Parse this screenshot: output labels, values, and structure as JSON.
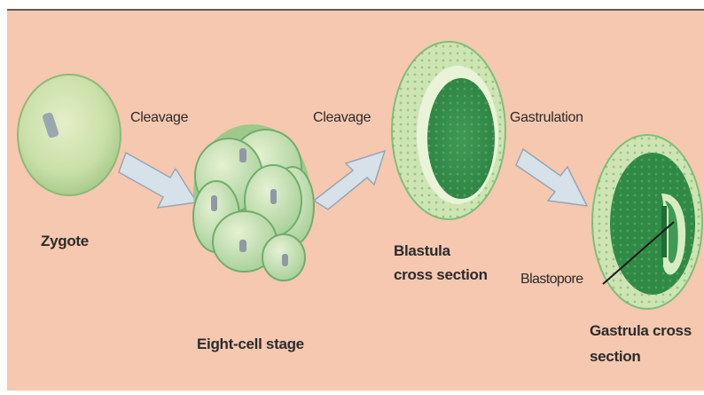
{
  "colors": {
    "background": "#f6c8b0",
    "cell_light": "#cfe3b0",
    "cell_mid": "#8cc48a",
    "cell_dark": "#2f8a45",
    "arrow": "#d6e1ea"
  },
  "labels": {
    "cleavage_1": "Cleavage",
    "cleavage_2": "Cleavage",
    "gastrulation": "Gastrulation",
    "zygote": "Zygote",
    "eight_cell": "Eight-cell stage",
    "blastula_line1": "Blastula",
    "blastula_line2": "cross section",
    "blastopore": "Blastopore",
    "gastrula_line1": "Gastrula cross",
    "gastrula_line2": "section"
  }
}
